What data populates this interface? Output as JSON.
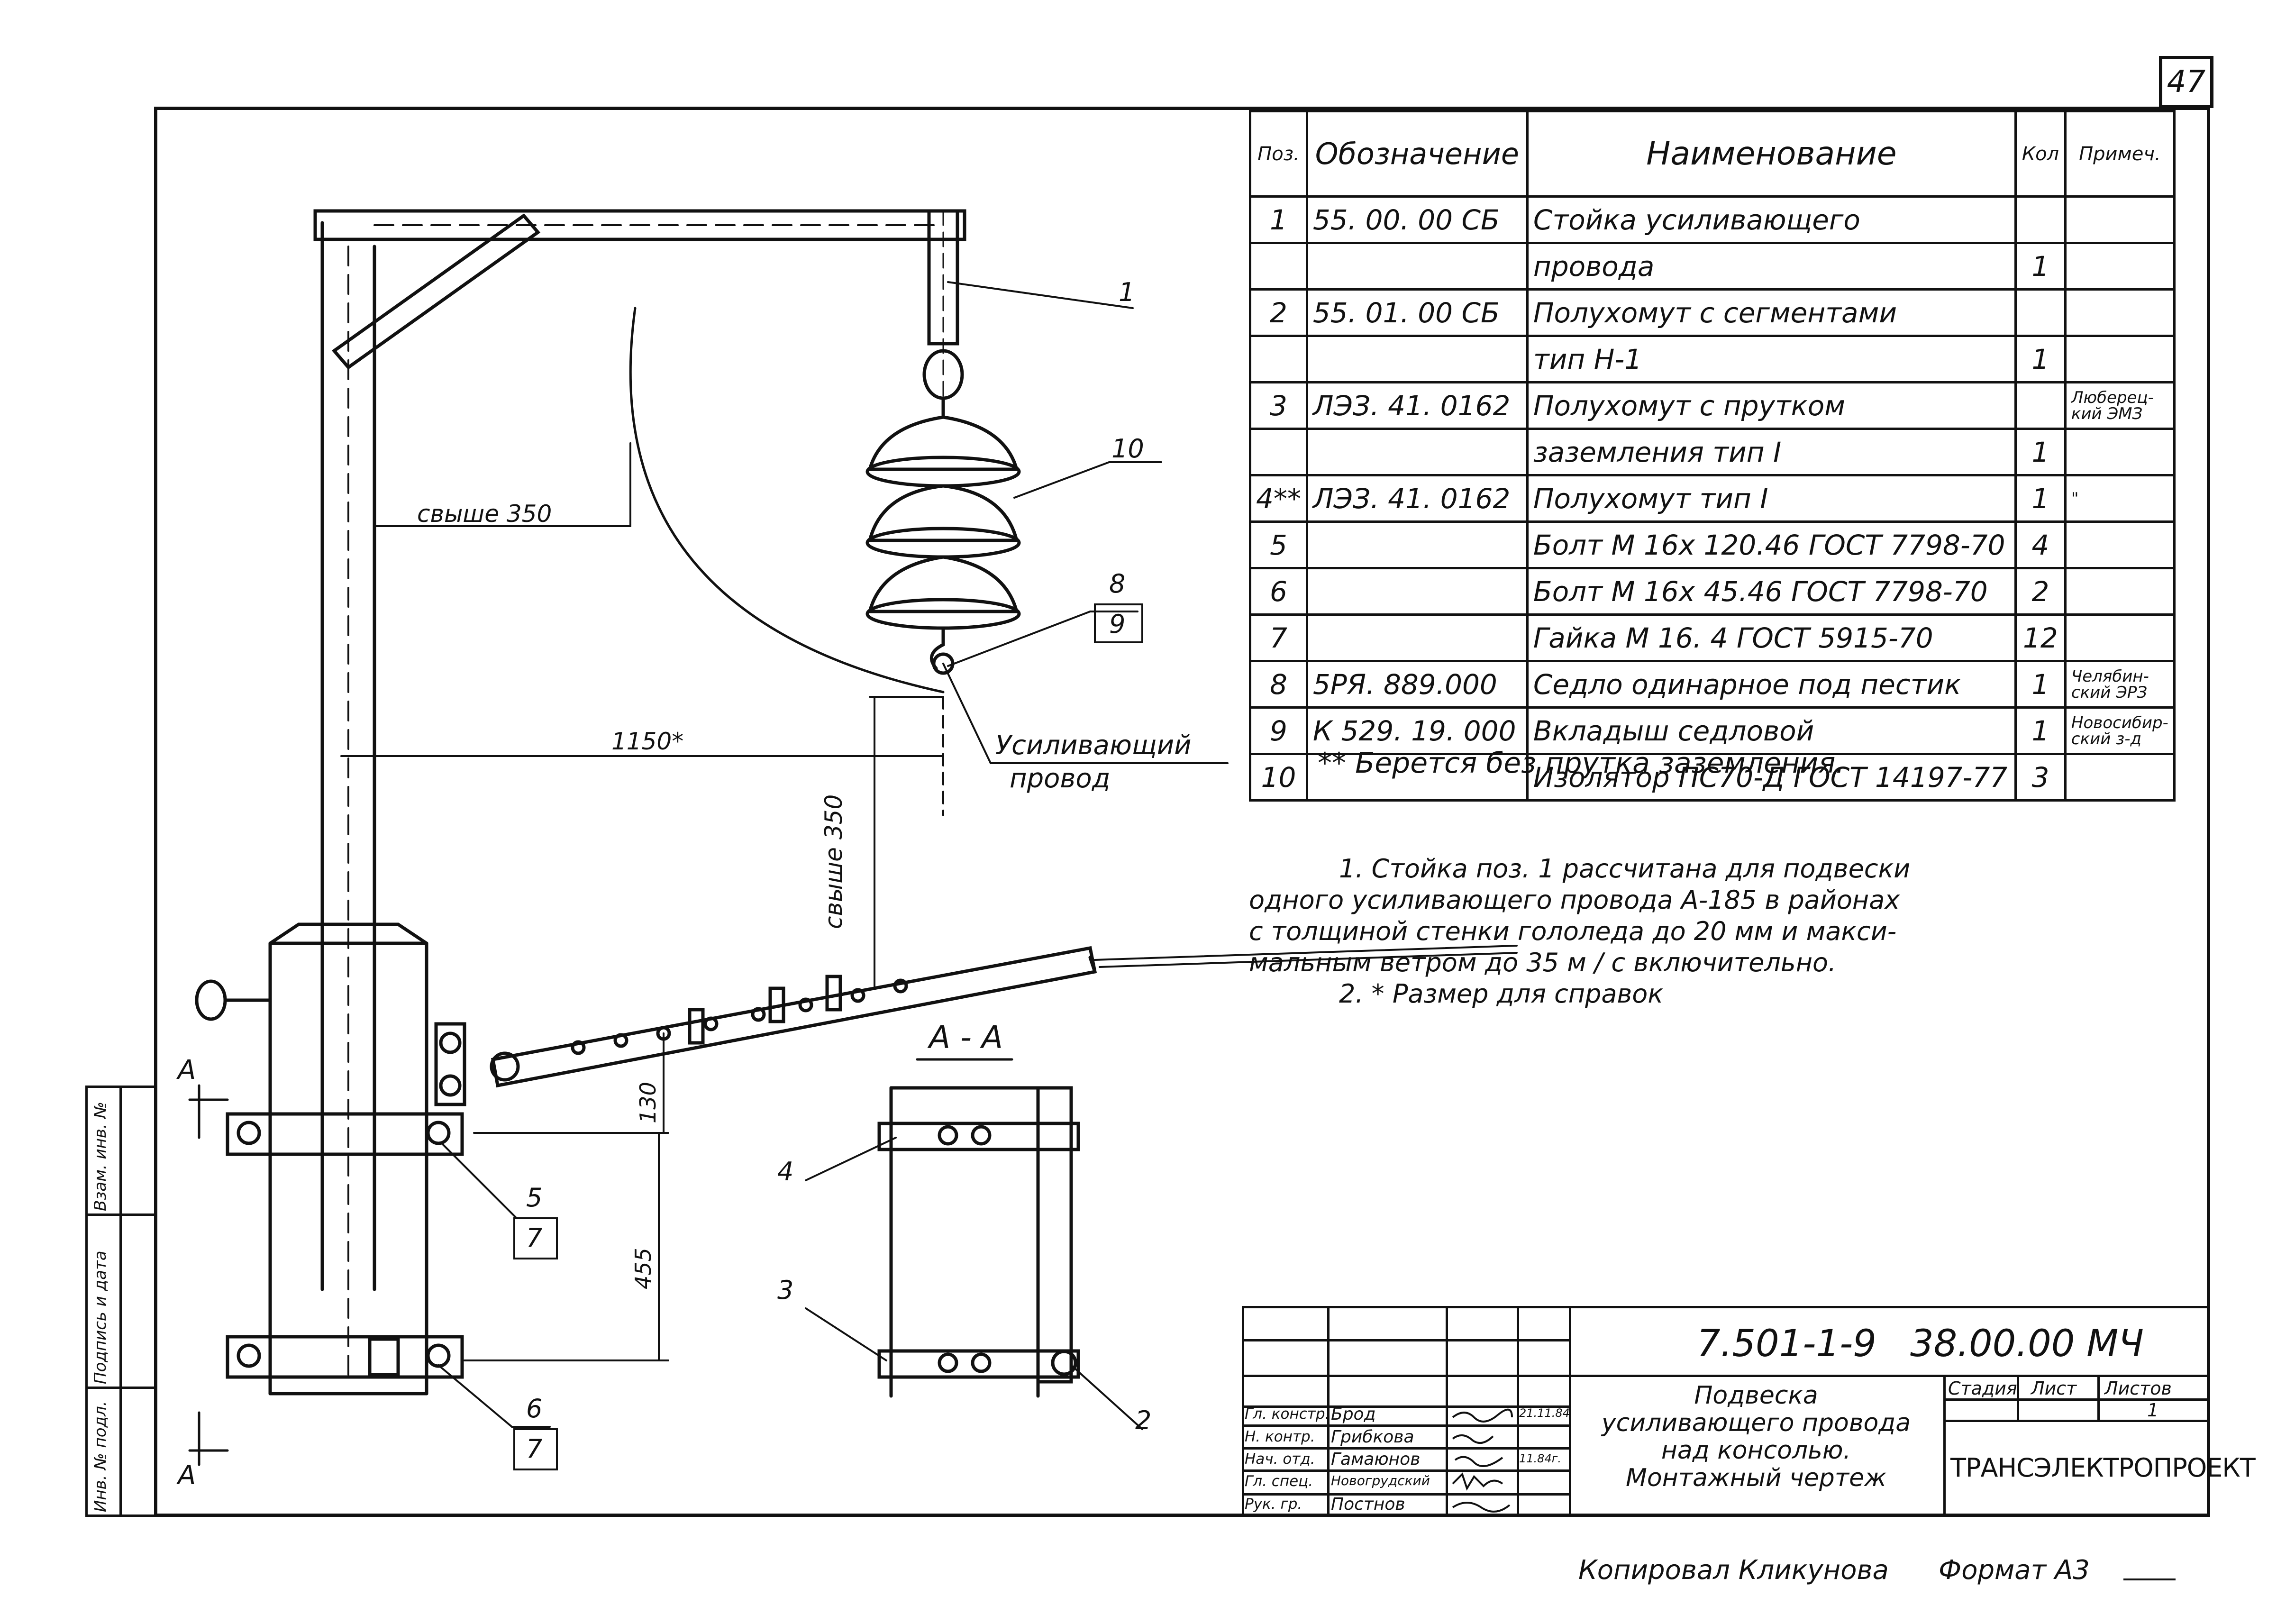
{
  "page_number": "47",
  "spec_table": {
    "headers": {
      "pos": "Поз.",
      "designation": "Обозначение",
      "name": "Наименование",
      "qty": "Кол",
      "note": "Примеч."
    },
    "rows": [
      {
        "pos": "1",
        "designation": "55. 00. 00 СБ",
        "name": "Стойка усиливающего",
        "qty": "",
        "note": ""
      },
      {
        "pos": "",
        "designation": "",
        "name": "провода",
        "qty": "1",
        "note": ""
      },
      {
        "pos": "2",
        "designation": "55. 01. 00 СБ",
        "name": "Полухомут с сегментами",
        "qty": "",
        "note": ""
      },
      {
        "pos": "",
        "designation": "",
        "name": "тип Н-1",
        "qty": "1",
        "note": ""
      },
      {
        "pos": "3",
        "designation": "ЛЭЗ. 41. 0162",
        "name": "Полухомут с прутком",
        "qty": "",
        "note": "Люберец-кий ЭМЗ"
      },
      {
        "pos": "",
        "designation": "",
        "name": "заземления тип I",
        "qty": "1",
        "note": ""
      },
      {
        "pos": "4**",
        "designation": "ЛЭЗ. 41. 0162",
        "name": "Полухомут тип I",
        "qty": "1",
        "note": "\""
      },
      {
        "pos": "5",
        "designation": "",
        "name": "Болт М 16х 120.46 ГОСТ 7798-70",
        "qty": "4",
        "note": ""
      },
      {
        "pos": "6",
        "designation": "",
        "name": "Болт М 16х 45.46 ГОСТ 7798-70",
        "qty": "2",
        "note": ""
      },
      {
        "pos": "7",
        "designation": "",
        "name": "Гайка М 16. 4 ГОСТ 5915-70",
        "qty": "12",
        "note": ""
      },
      {
        "pos": "8",
        "designation": "5РЯ. 889.000",
        "name": "Седло одинарное под пестик",
        "qty": "1",
        "note": "Челябин-ский ЭРЗ"
      },
      {
        "pos": "9",
        "designation": "К 529. 19. 000",
        "name": "Вкладыш седловой",
        "qty": "1",
        "note": "Новосибир-ский з-д"
      },
      {
        "pos": "10",
        "designation": "",
        "name": "Изолятор ПС70-Д ГОСТ 14197-77",
        "qty": "3",
        "note": ""
      }
    ]
  },
  "footnote": "** Берется без прутка заземления.",
  "notes": [
    "1. Стойка поз. 1 рассчитана для подвески",
    "одного усиливающего провода А-185 в районах",
    "с толщиной стенки гололеда до 20 мм и макси-",
    "мальным ветром до 35 м / с включительно.",
    "2. * Размер для справок"
  ],
  "drawing": {
    "dim_over_350_top": "свыше 350",
    "dim_1150": "1150*",
    "dim_over_350_vert": "свыше 350",
    "dim_130": "130",
    "dim_455": "455",
    "wire_label_1": "Усиливающий",
    "wire_label_2": "провод",
    "section_title": "А - А",
    "section_letter": "А",
    "callouts": {
      "c1": "1",
      "c10": "10",
      "c8": "8",
      "c9": "9",
      "c5": "5",
      "c7a": "7",
      "c6": "6",
      "c7b": "7",
      "c4": "4",
      "c3": "3",
      "c2": "2"
    }
  },
  "title_block": {
    "doc_code": "7.501-1-9",
    "doc_number": "38.00.00 МЧ",
    "title_lines": [
      "Подвеска",
      "усиливающего провода",
      "над консолью.",
      "Монтажный чертеж"
    ],
    "stage_label": "Стадия",
    "sheet_label": "Лист",
    "sheets_label": "Листов",
    "sheets_value": "1",
    "org": "ТРАНСЭЛЕКТРОПРОЕКТ",
    "signers": [
      {
        "role": "Гл. констр.",
        "name": "Брод",
        "date": "21.11.84"
      },
      {
        "role": "Н. контр.",
        "name": "Грибкова",
        "date": ""
      },
      {
        "role": "Нач. отд.",
        "name": "Гамаюнов",
        "date": "11.84г."
      },
      {
        "role": "Гл. спец.",
        "name": "Новогрудский",
        "date": ""
      },
      {
        "role": "Рук. гр.",
        "name": "Постнов",
        "date": ""
      }
    ]
  },
  "side_stamp": [
    "Инв. № подл.",
    "Подпись и дата",
    "Взам. инв. №"
  ],
  "copied_by": "Копировал Кликунова",
  "format": "Формат А3"
}
